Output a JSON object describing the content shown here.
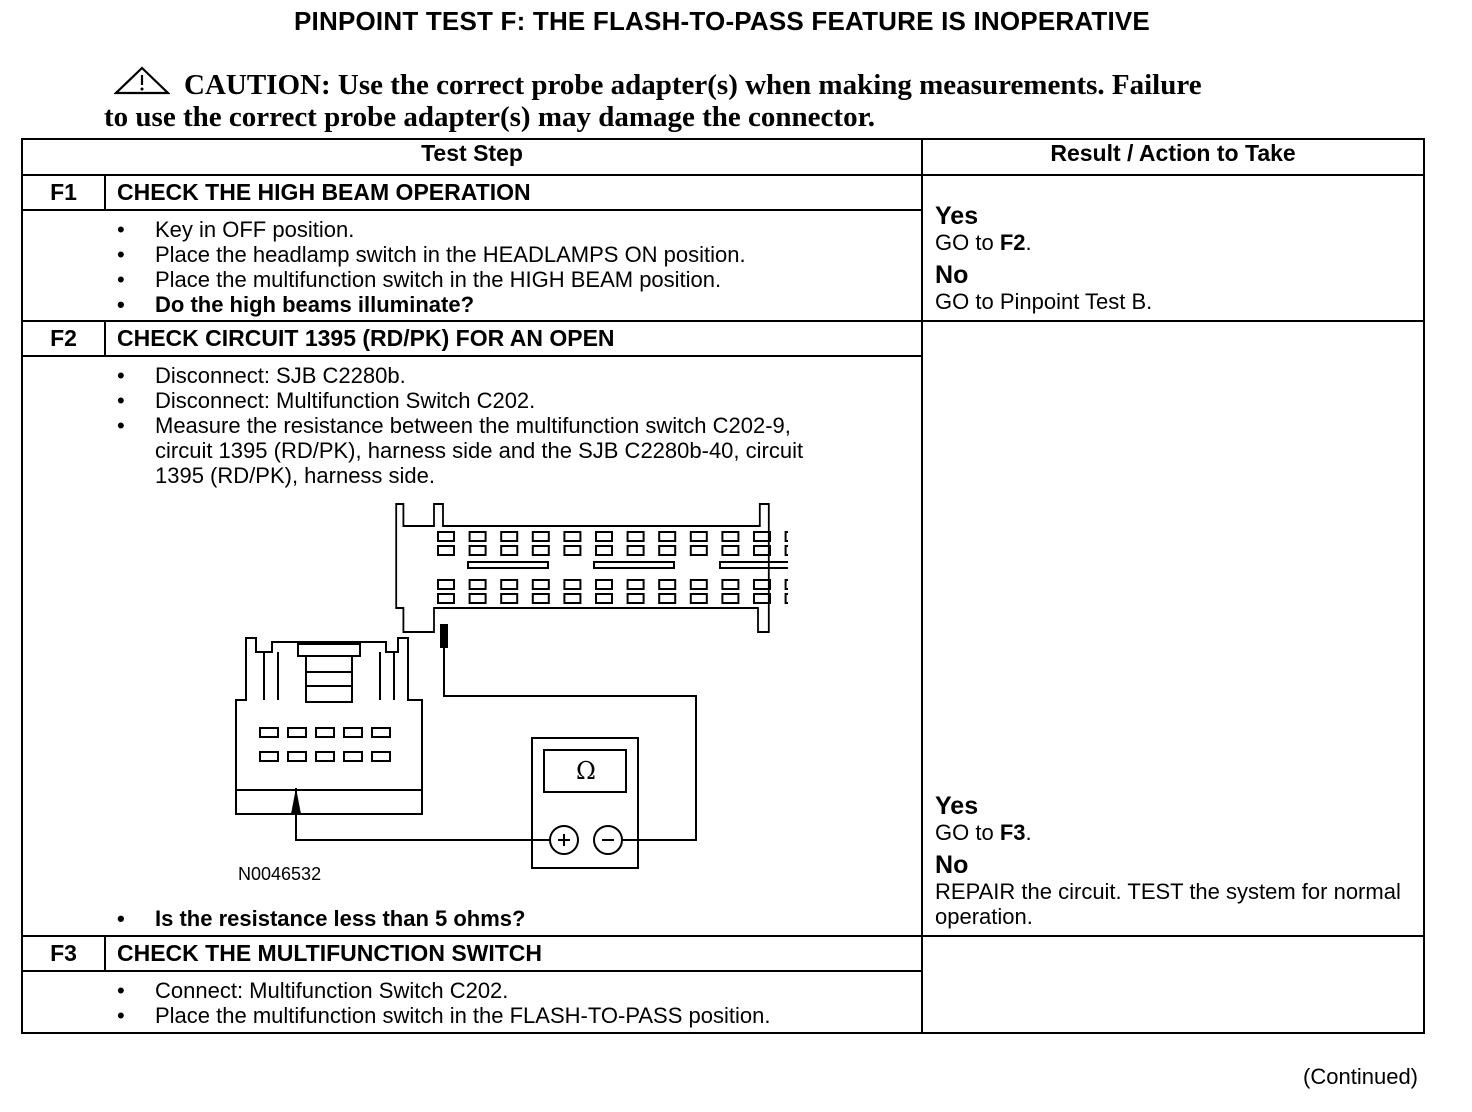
{
  "title": "PINPOINT TEST F: THE FLASH-TO-PASS FEATURE IS INOPERATIVE",
  "caution": {
    "label": "CAUTION:",
    "line1": "Use the correct probe adapter(s) when making measurements. Failure",
    "line2": "to use the correct probe adapter(s) may damage the connector.",
    "icon": "warning-triangle-icon"
  },
  "table": {
    "header_step": "Test Step",
    "header_result": "Result / Action to Take"
  },
  "steps": [
    {
      "id": "F1",
      "title": "CHECK THE HIGH BEAM OPERATION",
      "bullets": [
        "Key in OFF position.",
        "Place the headlamp switch in the HEADLAMPS ON position.",
        "Place the multifunction switch in the HIGH BEAM position."
      ],
      "question": "Do the high beams illuminate?",
      "yes_label": "Yes",
      "yes_text": "GO to",
      "yes_target": "F2",
      "yes_end": ".",
      "no_label": "No",
      "no_text": "GO to Pinpoint Test B."
    },
    {
      "id": "F2",
      "title": "CHECK CIRCUIT 1395 (RD/PK) FOR AN OPEN",
      "bullets": [
        "Disconnect: SJB C2280b.",
        "Disconnect: Multifunction Switch C202.",
        "Measure the resistance between the multifunction switch C202-9, circuit 1395 (RD/PK), harness side and the SJB C2280b-40, circuit 1395 (RD/PK), harness side."
      ],
      "figure_id": "N0046532",
      "meter_symbol": "Ω",
      "question": "Is the resistance less than 5 ohms?",
      "yes_label": "Yes",
      "yes_text": "GO to",
      "yes_target": "F3",
      "yes_end": ".",
      "no_label": "No",
      "no_text": "REPAIR the circuit. TEST the system for normal operation."
    },
    {
      "id": "F3",
      "title": "CHECK THE MULTIFUNCTION SWITCH",
      "bullets": [
        "Connect: Multifunction Switch C202.",
        "Place the multifunction switch in the FLASH-TO-PASS position."
      ]
    }
  ],
  "continued": "(Continued)"
}
